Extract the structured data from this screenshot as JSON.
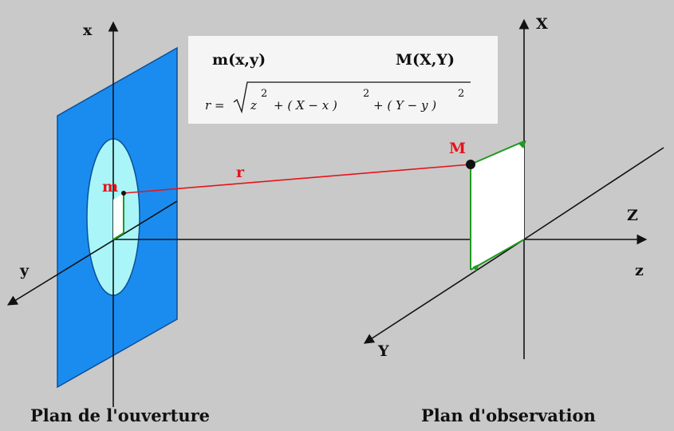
{
  "axes": {
    "x_small": "x",
    "y_small": "y",
    "z_small": "z",
    "X_big": "X",
    "Y_big": "Y",
    "Z_big": "Z"
  },
  "points": {
    "m": "m",
    "M": "M",
    "r": "r"
  },
  "box": {
    "m_coord": "m(x,y)",
    "M_coord": "M(X,Y)",
    "formula_lhs": "r =",
    "formula_z": "z",
    "formula_term1": "+ ( X − x )",
    "formula_term2": "+ ( Y − y )",
    "exponent": "2"
  },
  "captions": {
    "aperture_plane": "Plan de l'ouverture",
    "observation_plane": "Plan d'observation"
  },
  "colors": {
    "background": "#c9c9c9",
    "aperture_plane": "#1a8cf0",
    "aperture_opening": "#a9f5f8",
    "ray": "#e8131b",
    "projection": "#1e9a1e",
    "box_background": "#f5f5f5"
  }
}
